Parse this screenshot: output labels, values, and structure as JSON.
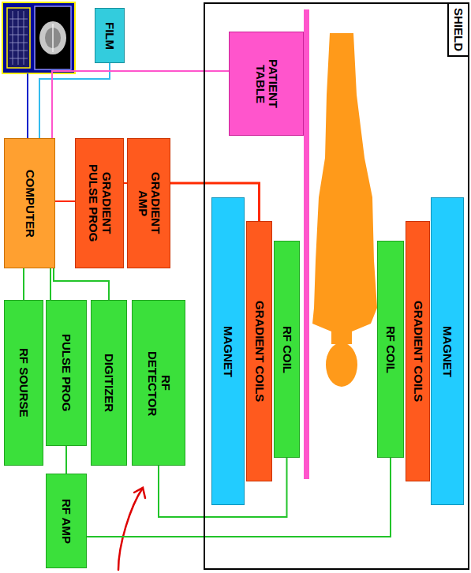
{
  "diagram": {
    "nodes": [
      {
        "text": [
          "SHIELD"
        ]
      },
      {
        "text": [
          "PATIENT TABLE"
        ],
        "in": 0
      },
      {
        "text": [
          "GRADIENT COILS"
        ],
        "in": 0
      },
      {
        "text": [
          "RF COIL"
        ],
        "in": 0
      },
      {
        "text": [
          "MAGNET"
        ],
        "in": 0
      },
      {
        "text": [
          "MAGNET"
        ],
        "in": 0
      },
      {
        "text": [
          "GRADIENT COILS"
        ],
        "in": 0
      },
      {
        "text": [
          "RF COIL"
        ],
        "in": 0
      },
      {
        "text": [
          "FILM"
        ]
      },
      {
        "text": [
          "COMPUTER"
        ]
      },
      {
        "text": [
          "GRADIENT PULSE PROG"
        ]
      },
      {
        "text": [
          "GRADIENT AMP"
        ]
      },
      {
        "text": [
          "RF SOURSE"
        ]
      },
      {
        "text": [
          "PULSE PROG"
        ]
      },
      {
        "text": [
          "DIGITIZER"
        ]
      },
      {
        "text": [
          "RF DETECTOR"
        ]
      },
      {
        "text": [
          "RF AMP"
        ]
      }
    ],
    "edges": [
      {
        "from": 9,
        "to": 8,
        "arrow": "none"
      },
      {
        "from": 9,
        "to": 1,
        "arrow": "none"
      },
      {
        "from": 9,
        "to": 10,
        "arrow": "none"
      },
      {
        "from": 10,
        "to": 11,
        "arrow": "none"
      },
      {
        "from": 11,
        "to": 2,
        "arrow": "none"
      },
      {
        "from": 9,
        "to": 12,
        "arrow": "none"
      },
      {
        "from": 9,
        "to": 13,
        "arrow": "none"
      },
      {
        "from": 9,
        "to": 14,
        "arrow": "none"
      },
      {
        "from": 13,
        "to": 16,
        "arrow": "none"
      },
      {
        "from": 16,
        "to": 7,
        "arrow": "none"
      },
      {
        "from": 15,
        "to": 3,
        "arrow": "none"
      }
    ]
  }
}
